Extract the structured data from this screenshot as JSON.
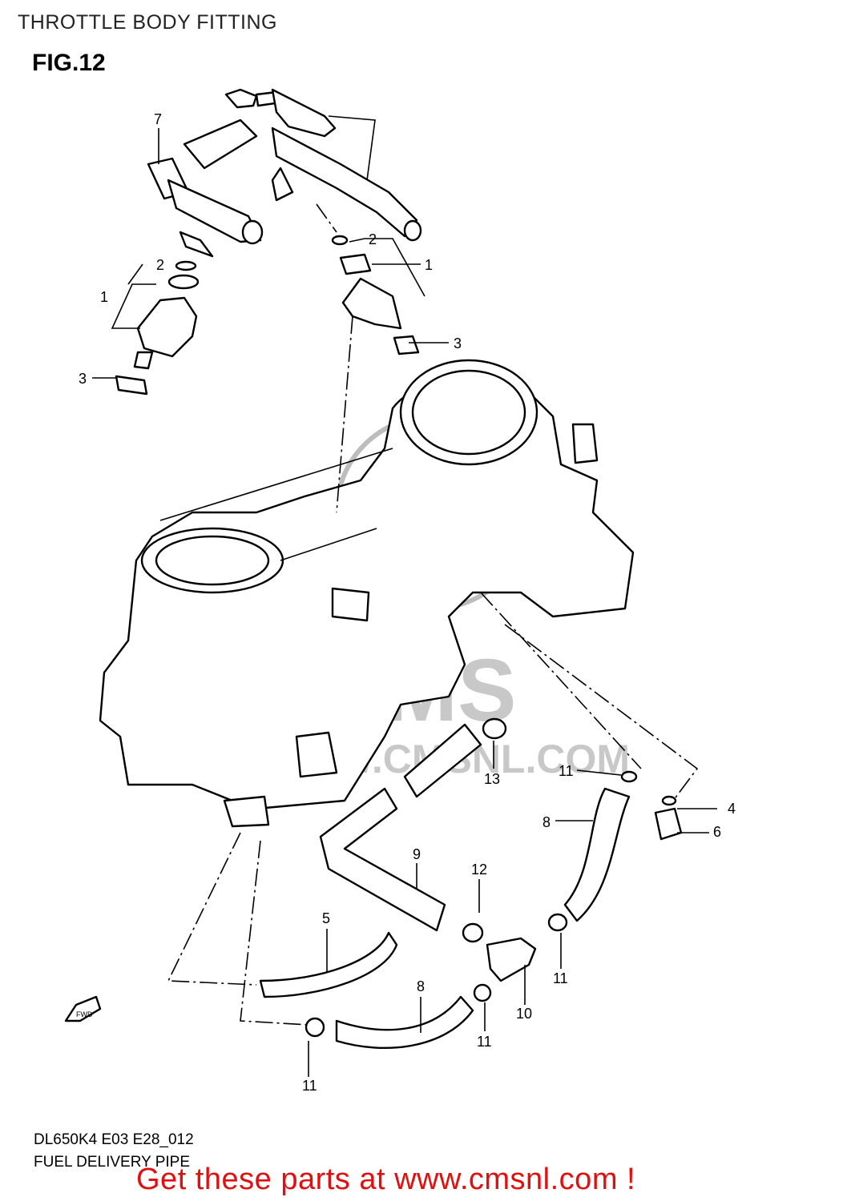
{
  "header": {
    "title": "THROTTLE BODY FITTING",
    "figure": "FIG.12"
  },
  "footer": {
    "code": "DL650K4 E03 E28_012",
    "subtitle": "FUEL DELIVERY PIPE",
    "promo": "Get these parts at www.cmsnl.com !"
  },
  "watermark": {
    "brand": "CMS",
    "url": "WWW.CMSNL.COM"
  },
  "fwd_label": "FWD",
  "callouts": [
    {
      "id": "c7",
      "text": "7"
    },
    {
      "id": "c2a",
      "text": "2"
    },
    {
      "id": "c1a",
      "text": "1"
    },
    {
      "id": "c2b",
      "text": "2"
    },
    {
      "id": "c1b",
      "text": "1"
    },
    {
      "id": "c3a",
      "text": "3"
    },
    {
      "id": "c3b",
      "text": "3"
    },
    {
      "id": "c13",
      "text": "13"
    },
    {
      "id": "c11a",
      "text": "11"
    },
    {
      "id": "c4",
      "text": "4"
    },
    {
      "id": "c6",
      "text": "6"
    },
    {
      "id": "c8a",
      "text": "8"
    },
    {
      "id": "c9",
      "text": "9"
    },
    {
      "id": "c12",
      "text": "12"
    },
    {
      "id": "c5",
      "text": "5"
    },
    {
      "id": "c11b",
      "text": "11"
    },
    {
      "id": "c10",
      "text": "10"
    },
    {
      "id": "c8b",
      "text": "8"
    },
    {
      "id": "c11c",
      "text": "11"
    },
    {
      "id": "c11d",
      "text": "11"
    }
  ]
}
